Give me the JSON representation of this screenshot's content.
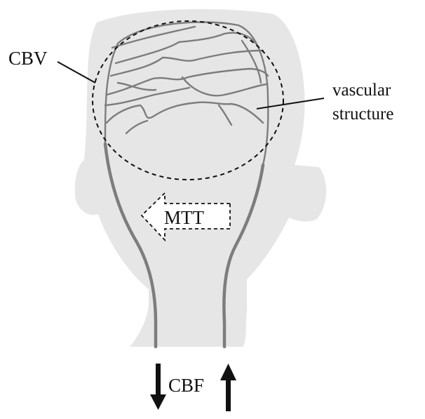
{
  "labels": {
    "cbv": "CBV",
    "vascular_line1": "vascular",
    "vascular_line2": "structure",
    "mtt": "MTT",
    "cbf": "CBF"
  },
  "colors": {
    "head_fill": "#e6e6e6",
    "vessel": "#7d7d7d",
    "outline": "#111111",
    "arrow": "#111111",
    "background": "#ffffff"
  },
  "icons": {
    "cbf_down": "arrow-down-icon",
    "cbf_up": "arrow-up-icon",
    "mtt_direction": "arrow-left-outline-icon"
  }
}
